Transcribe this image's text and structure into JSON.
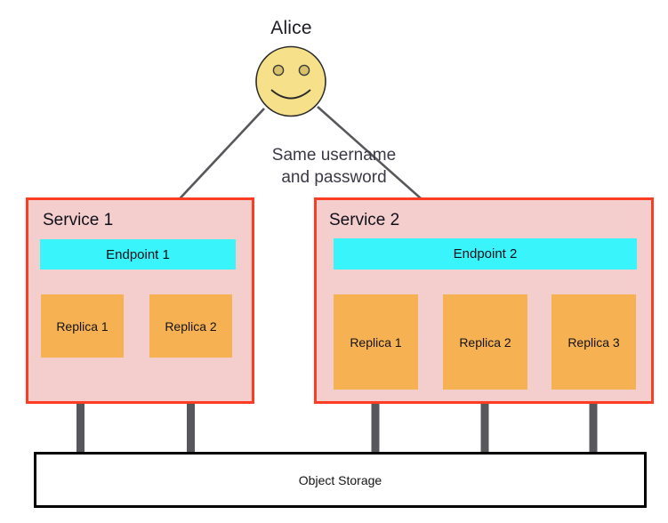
{
  "diagram": {
    "title_text": "Alice",
    "actor": {
      "name": "Alice",
      "icon": "smiley-face-icon",
      "fill_color": "#f6e08a",
      "stroke_color": "#2b2b2b"
    },
    "annotation": {
      "line1": "Same username",
      "line2": "and password",
      "color": "#3a3a46"
    },
    "colors": {
      "service_fill": "#f4cecc",
      "service_border": "#fc3d23",
      "endpoint_fill": "#39f5fb",
      "replica_fill": "#f6b152",
      "storage_fill": "#ffffff",
      "storage_border": "#000000",
      "connector": "#58585c",
      "arrow": "#58585c"
    },
    "services": [
      {
        "id": "service-1",
        "title": "Service 1",
        "endpoint": "Endpoint 1",
        "replicas": [
          "Replica 1",
          "Replica 2"
        ]
      },
      {
        "id": "service-2",
        "title": "Service 2",
        "endpoint": "Endpoint 2",
        "replicas": [
          "Replica 1",
          "Replica 2",
          "Replica 3"
        ]
      }
    ],
    "storage": {
      "label": "Object Storage"
    }
  }
}
